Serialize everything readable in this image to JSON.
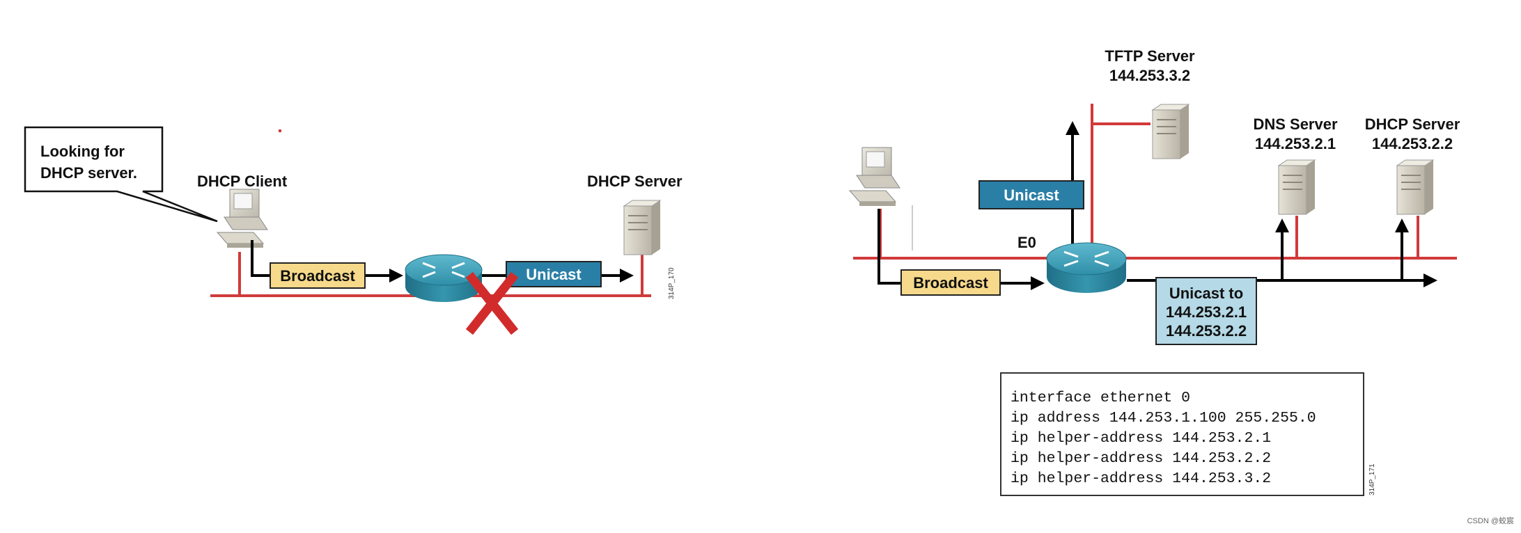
{
  "left_diagram": {
    "callout_lines": [
      "Looking for",
      "DHCP server."
    ],
    "client_label": "DHCP Client",
    "server_label": "DHCP Server",
    "broadcast_label": "Broadcast",
    "unicast_label": "Unicast",
    "figure_id": "314P_170"
  },
  "right_diagram": {
    "tftp_name": "TFTP Server",
    "tftp_ip": "144.253.3.2",
    "dns_name": "DNS Server",
    "dns_ip": "144.253.2.1",
    "dhcp_name": "DHCP Server",
    "dhcp_ip": "144.253.2.2",
    "interface_label": "E0",
    "unicast_label": "Unicast",
    "broadcast_label": "Broadcast",
    "unicast_to_lines": [
      "Unicast to",
      "144.253.2.1",
      "144.253.2.2"
    ],
    "config_lines": [
      "interface ethernet 0",
      "ip address 144.253.1.100  255.255.0",
      "ip helper-address 144.253.2.1",
      "ip helper-address 144.253.2.2",
      "ip helper-address 144.253.3.2"
    ],
    "figure_id": "314P_171"
  },
  "watermark": "CSDN @蛟宸",
  "colors": {
    "network_line": "#d03a3a",
    "broadcast_fill": "#f6d98a",
    "unicast_fill": "#2a7fa6",
    "unicast_to_fill": "#b5d9e6",
    "blocked_x": "#d22b2b",
    "router": "#2f8fa8"
  }
}
